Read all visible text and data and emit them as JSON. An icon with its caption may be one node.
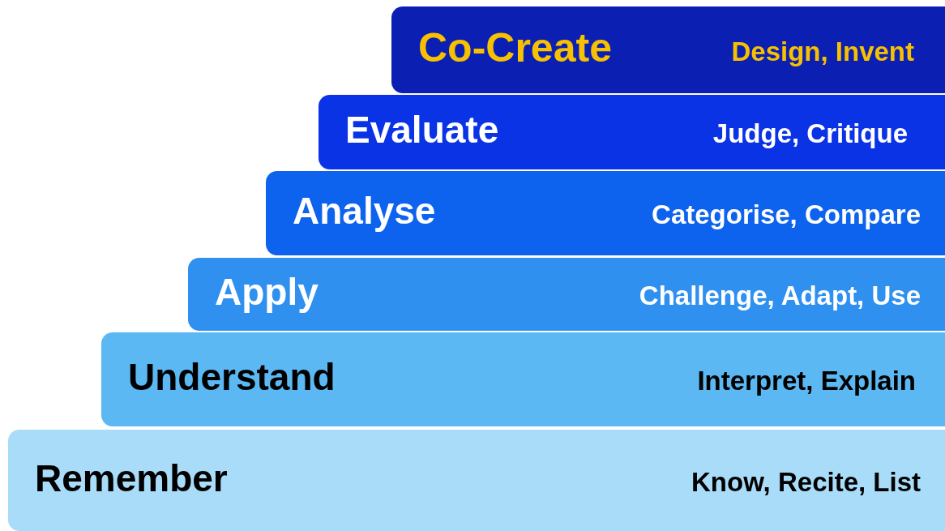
{
  "diagram": {
    "nodes": [
      {
        "text": [
          "Co-Create",
          "Design, Invent"
        ]
      },
      {
        "text": [
          "Evaluate",
          "Judge, Critique"
        ]
      },
      {
        "text": [
          "Analyse",
          "Categorise, Compare"
        ]
      },
      {
        "text": [
          "Apply",
          "Challenge, Adapt, Use"
        ]
      },
      {
        "text": [
          "Understand",
          "Interpret, Explain"
        ]
      },
      {
        "text": [
          "Remember",
          "Know, Recite, List"
        ]
      }
    ]
  }
}
